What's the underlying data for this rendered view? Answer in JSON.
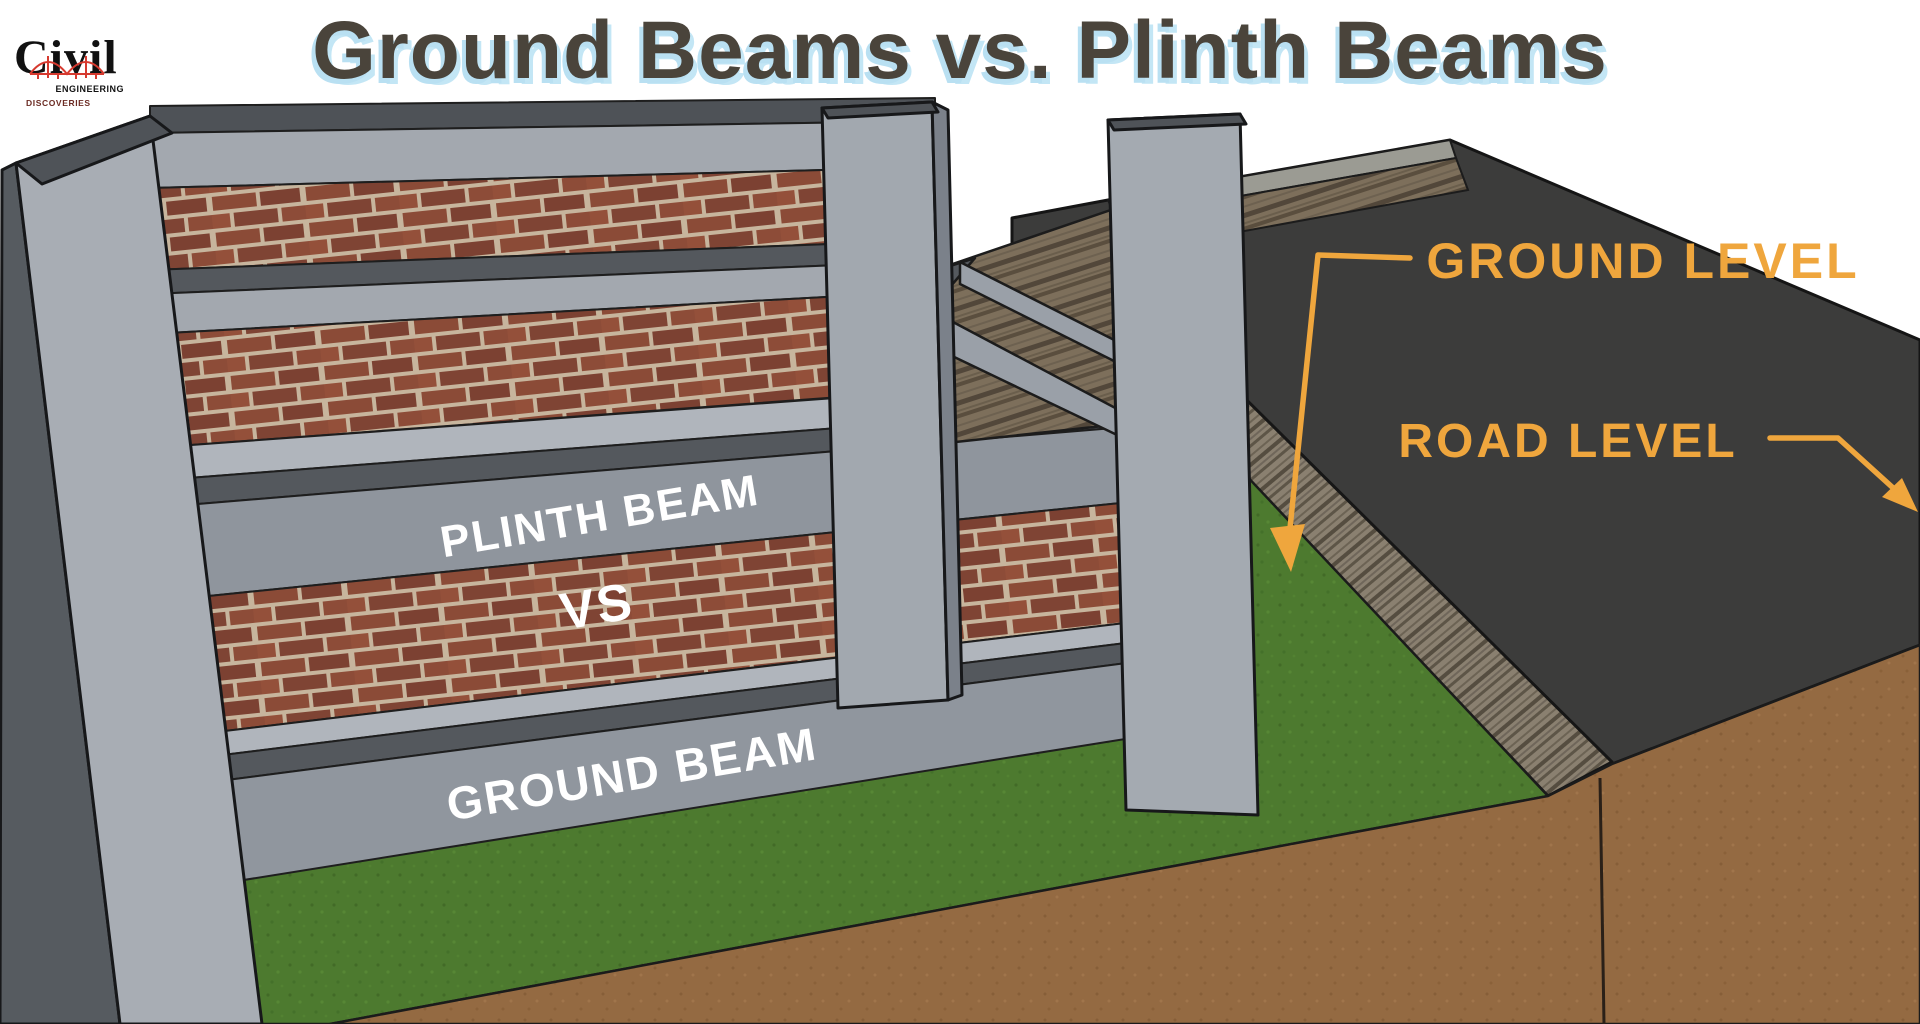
{
  "header": {
    "title": "Ground Beams vs. Plinth Beams"
  },
  "logo": {
    "brand": "Civil",
    "tagline_top": "ENGINEERING",
    "tagline_bottom": "DISCOVERIES"
  },
  "diagram": {
    "labels": {
      "plinth_beam": "PLINTH BEAM",
      "versus": "VS",
      "ground_beam": "GROUND BEAM"
    },
    "callouts": {
      "ground_level": "GROUND LEVEL",
      "road_level": "ROAD LEVEL"
    }
  },
  "colors": {
    "background": "#ffffff",
    "title_text": "#4a443b",
    "title_glow": "#b9e0f2",
    "logo_red": "#d63a2f",
    "concrete_light": "#a7acb3",
    "concrete_medium": "#8f959d",
    "concrete_dark": "#54585d",
    "brick_red": "#8b4b37",
    "mortar": "#c7b59d",
    "grass_green": "#4d7a2f",
    "soil_brown": "#946a42",
    "road_asphalt": "#3c3c3b",
    "curb_wood": "#8a8070",
    "callout_orange": "#efa63d",
    "beam_label_white": "#ffffff"
  }
}
